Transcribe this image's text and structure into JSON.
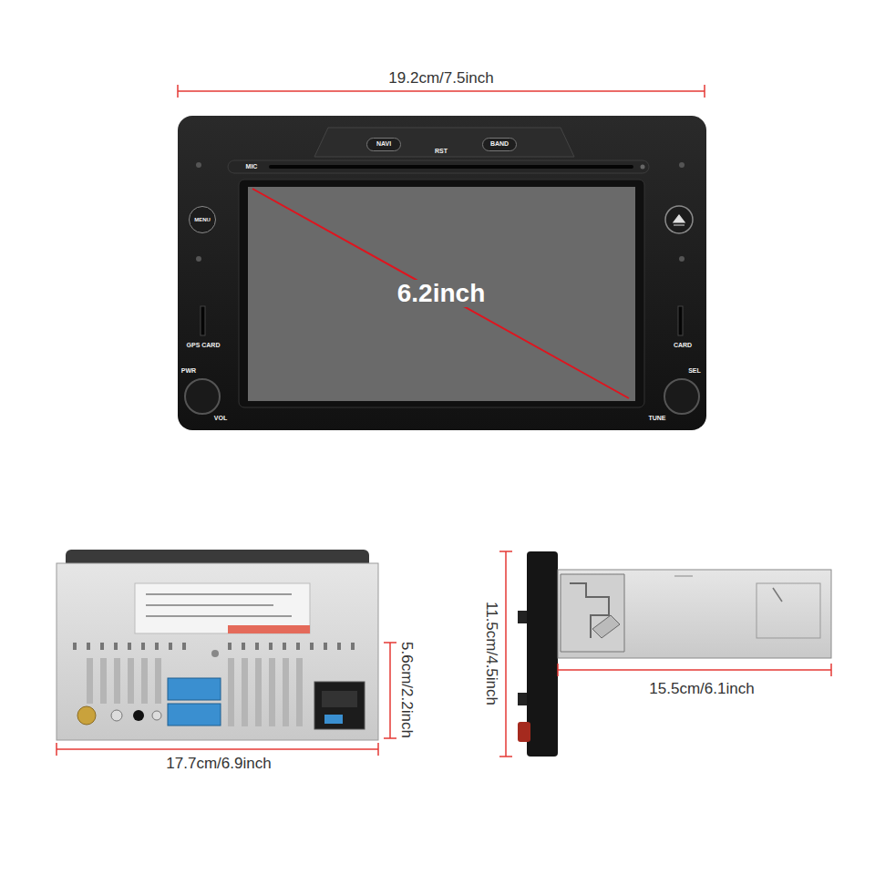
{
  "diagram": {
    "nodes": [
      {
        "text": [
          "NAVI"
        ]
      },
      {
        "text": [
          "BAND"
        ]
      },
      {
        "text": [
          "MENU"
        ]
      },
      {
        "text": [
          "6.2inch"
        ]
      }
    ],
    "labels": [
      "19.2cm/7.5inch",
      "RST",
      "MIC",
      "GPS CARD",
      "CARD",
      "PWR",
      "VOL",
      "SEL",
      "TUNE",
      "5.6cm/2.2inch",
      "17.7cm/6.9inch",
      "11.5cm/4.5inch",
      "15.5cm/6.1inch"
    ]
  }
}
